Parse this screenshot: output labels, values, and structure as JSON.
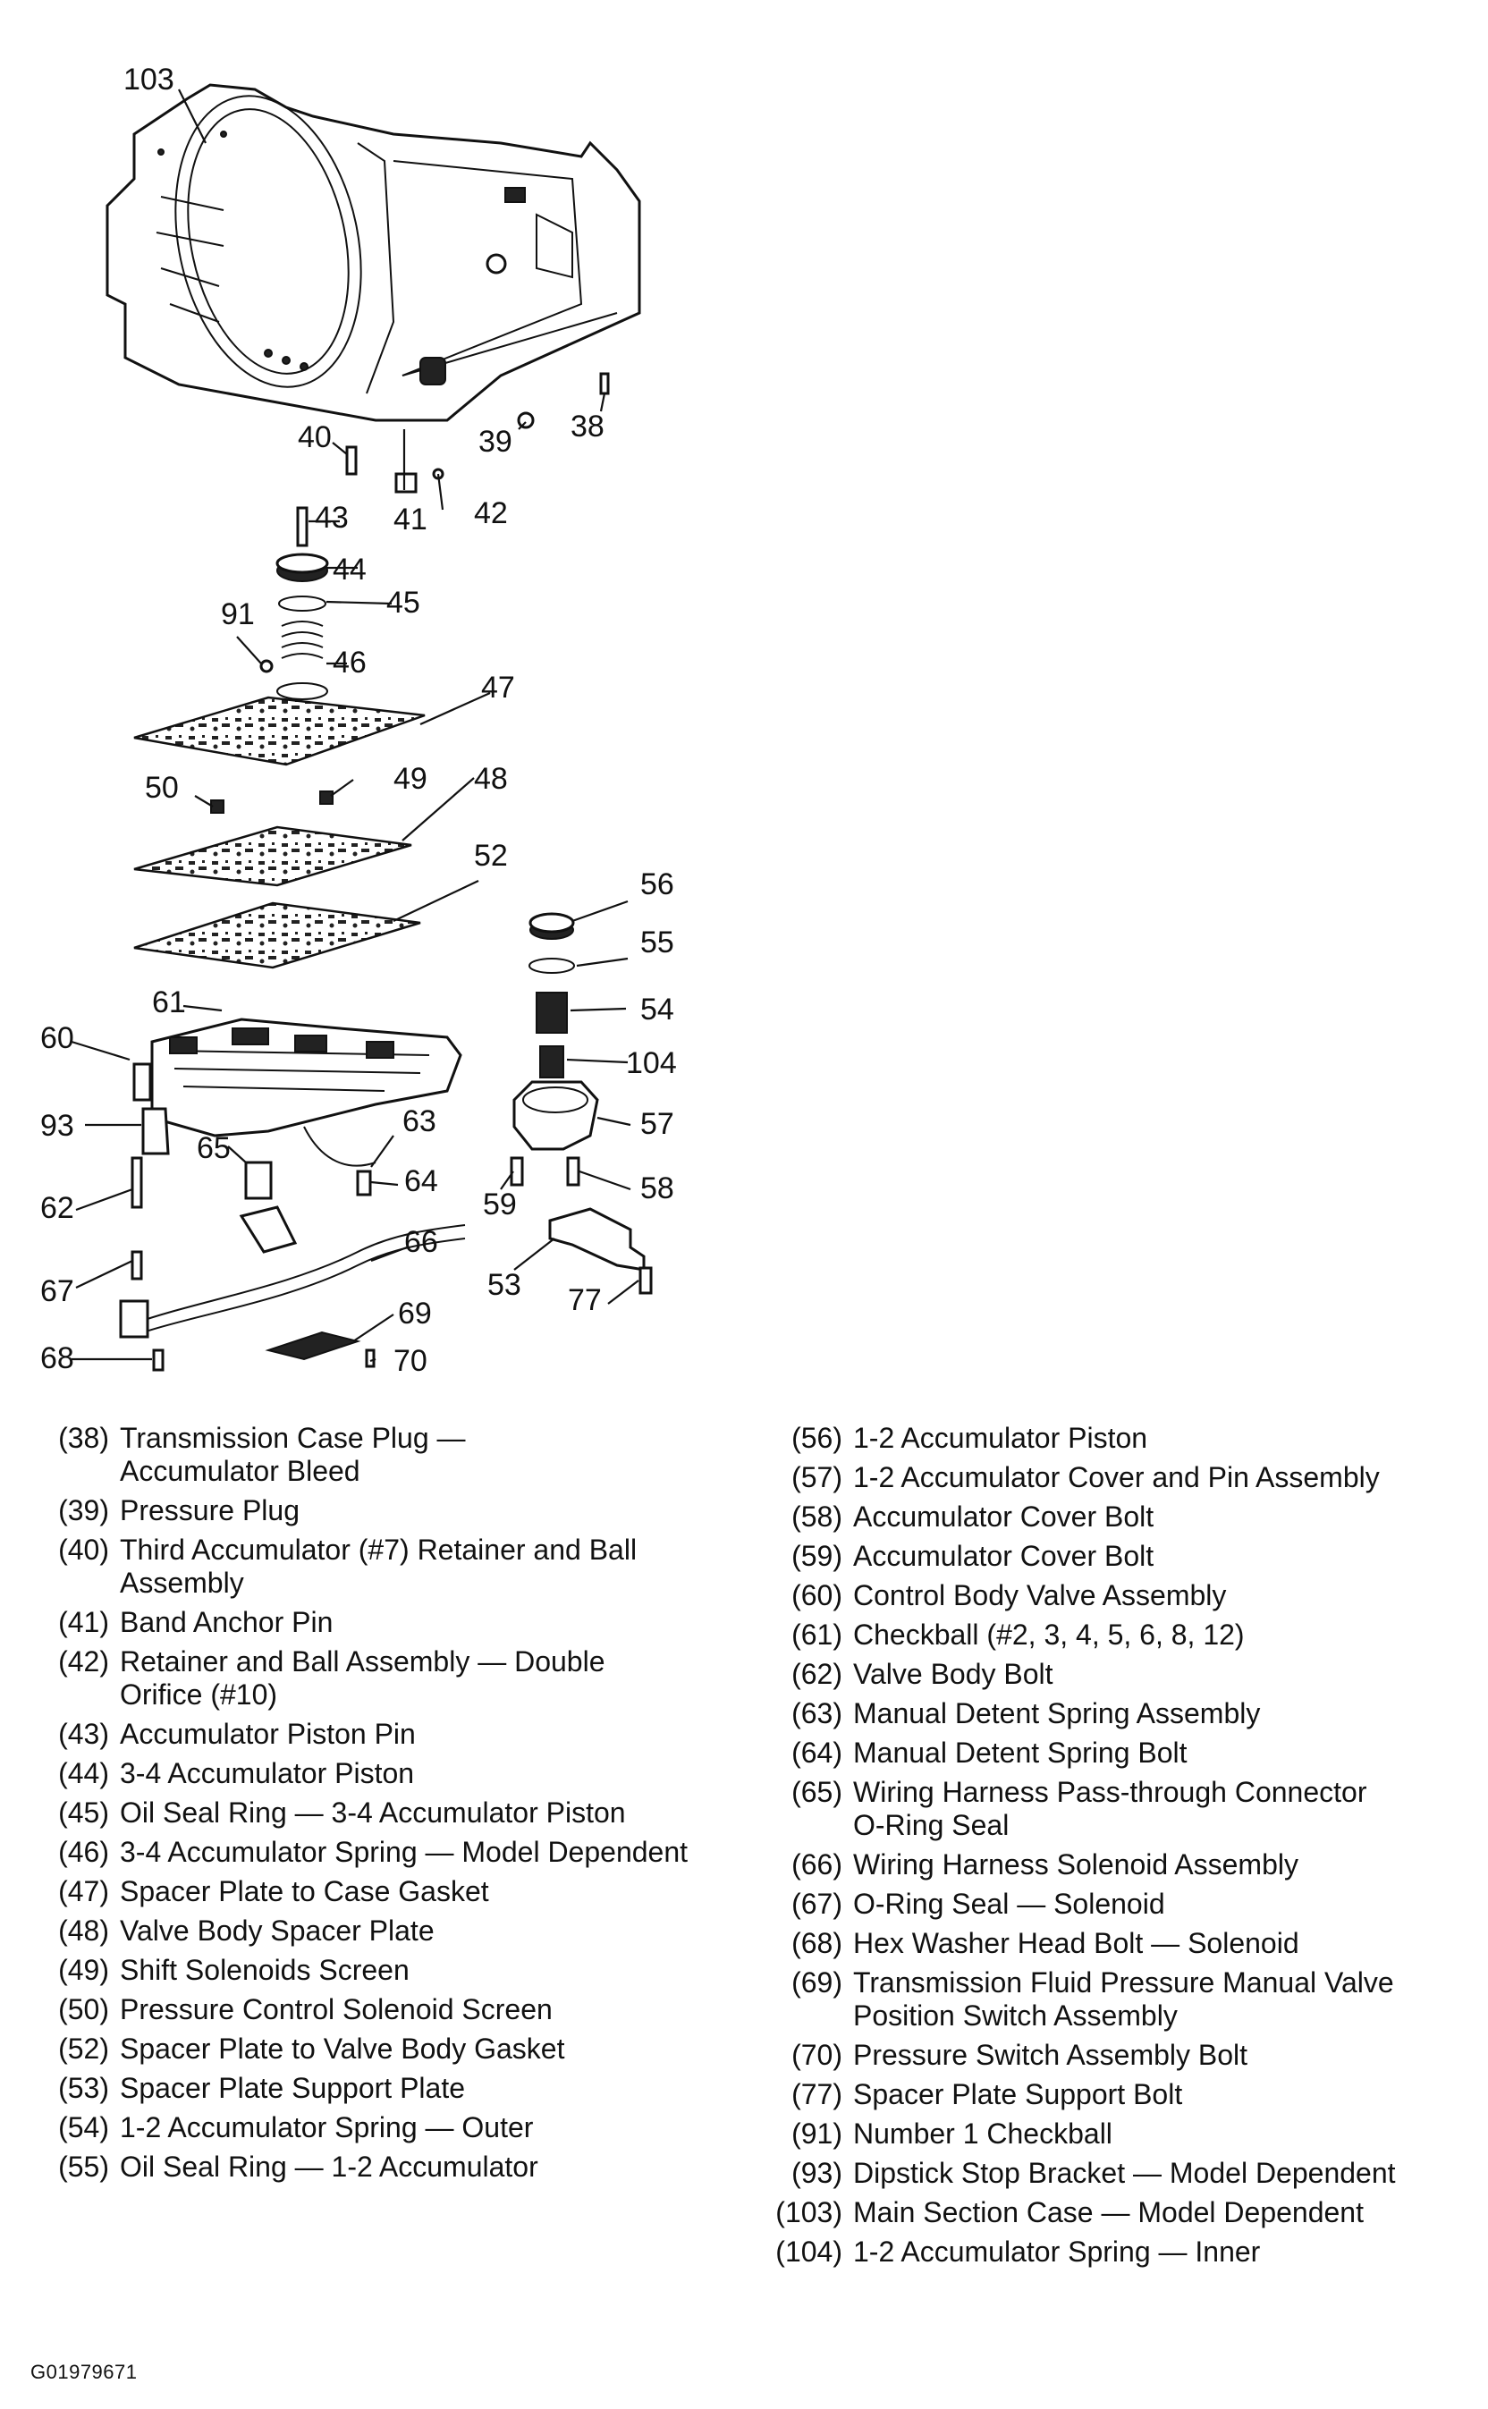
{
  "callouts": [
    "103",
    "40",
    "39",
    "38",
    "41",
    "42",
    "43",
    "44",
    "45",
    "91",
    "46",
    "47",
    "50",
    "49",
    "48",
    "52",
    "56",
    "55",
    "61",
    "54",
    "60",
    "104",
    "93",
    "63",
    "57",
    "65",
    "64",
    "62",
    "59",
    "58",
    "66",
    "53",
    "67",
    "77",
    "69",
    "68",
    "70"
  ],
  "legend_left": [
    {
      "num": "(38)",
      "desc": "Transmission Case Plug —\nAccumulator Bleed"
    },
    {
      "num": "(39)",
      "desc": "Pressure Plug"
    },
    {
      "num": "(40)",
      "desc": "Third Accumulator (#7) Retainer and Ball\nAssembly"
    },
    {
      "num": "(41)",
      "desc": "Band Anchor Pin"
    },
    {
      "num": "(42)",
      "desc": "Retainer and Ball Assembly — Double\nOrifice (#10)"
    },
    {
      "num": "(43)",
      "desc": "Accumulator Piston Pin"
    },
    {
      "num": "(44)",
      "desc": "3-4 Accumulator Piston"
    },
    {
      "num": "(45)",
      "desc": "Oil Seal Ring — 3-4 Accumulator Piston"
    },
    {
      "num": "(46)",
      "desc": "3-4 Accumulator Spring — Model Dependent"
    },
    {
      "num": "(47)",
      "desc": "Spacer Plate to Case Gasket"
    },
    {
      "num": "(48)",
      "desc": "Valve Body Spacer Plate"
    },
    {
      "num": "(49)",
      "desc": "Shift Solenoids Screen"
    },
    {
      "num": "(50)",
      "desc": "Pressure Control Solenoid Screen"
    },
    {
      "num": "(52)",
      "desc": "Spacer Plate to Valve Body Gasket"
    },
    {
      "num": "(53)",
      "desc": "Spacer Plate Support Plate"
    },
    {
      "num": "(54)",
      "desc": "1-2 Accumulator Spring — Outer"
    },
    {
      "num": "(55)",
      "desc": "Oil Seal Ring — 1-2 Accumulator"
    }
  ],
  "legend_right": [
    {
      "num": "(56)",
      "desc": "1-2 Accumulator Piston"
    },
    {
      "num": "(57)",
      "desc": "1-2 Accumulator Cover and Pin Assembly"
    },
    {
      "num": "(58)",
      "desc": "Accumulator Cover Bolt"
    },
    {
      "num": "(59)",
      "desc": "Accumulator Cover Bolt"
    },
    {
      "num": "(60)",
      "desc": "Control Body Valve Assembly"
    },
    {
      "num": "(61)",
      "desc": "Checkball (#2, 3, 4, 5, 6, 8, 12)"
    },
    {
      "num": "(62)",
      "desc": "Valve Body Bolt"
    },
    {
      "num": "(63)",
      "desc": "Manual Detent Spring Assembly"
    },
    {
      "num": "(64)",
      "desc": "Manual Detent Spring Bolt"
    },
    {
      "num": "(65)",
      "desc": "Wiring Harness Pass-through Connector\nO-Ring Seal"
    },
    {
      "num": "(66)",
      "desc": "Wiring Harness Solenoid Assembly"
    },
    {
      "num": "(67)",
      "desc": "O-Ring Seal — Solenoid"
    },
    {
      "num": "(68)",
      "desc": "Hex Washer Head Bolt — Solenoid"
    },
    {
      "num": "(69)",
      "desc": "Transmission Fluid Pressure Manual Valve\nPosition Switch Assembly"
    },
    {
      "num": "(70)",
      "desc": "Pressure Switch Assembly Bolt"
    },
    {
      "num": "(77)",
      "desc": "Spacer Plate Support Bolt"
    },
    {
      "num": "(91)",
      "desc": "Number 1 Checkball"
    },
    {
      "num": "(93)",
      "desc": "Dipstick Stop Bracket — Model Dependent"
    },
    {
      "num": "(103)",
      "desc": "Main Section Case — Model Dependent"
    },
    {
      "num": "(104)",
      "desc": "1-2 Accumulator Spring — Inner"
    }
  ],
  "figure_id": "G01979671"
}
